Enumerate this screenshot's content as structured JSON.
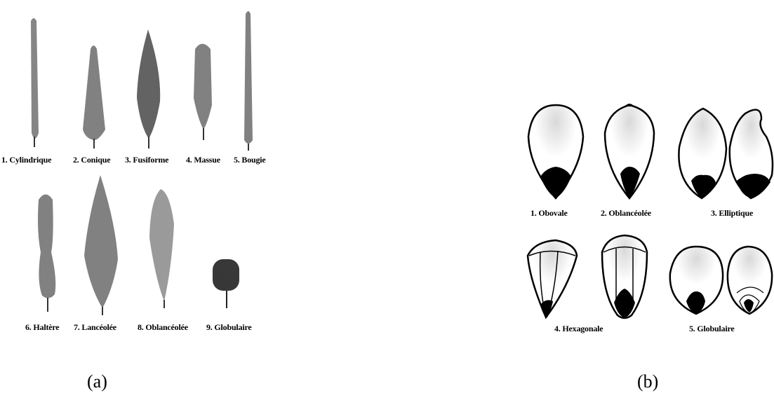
{
  "panel_a": {
    "labels": [
      "1. Cylindrique",
      "2. Conique",
      "3. Fusiforme",
      "4. Massue",
      "5. Bougie",
      "6. Haltère",
      "7. Lancéolée",
      "8. Oblancéolée",
      "9. Globulaire"
    ],
    "caption": "(a)"
  },
  "panel_b": {
    "labels": [
      "1. Obovale",
      "2. Oblancéolée",
      "3. Elliptique",
      "4. Hexagonale",
      "5. Globulaire"
    ],
    "caption": "(b)"
  },
  "colors": {
    "background": "#ffffff",
    "ink": "#000000",
    "texture_light": "#9a9a9a",
    "texture_dark": "#555555"
  }
}
